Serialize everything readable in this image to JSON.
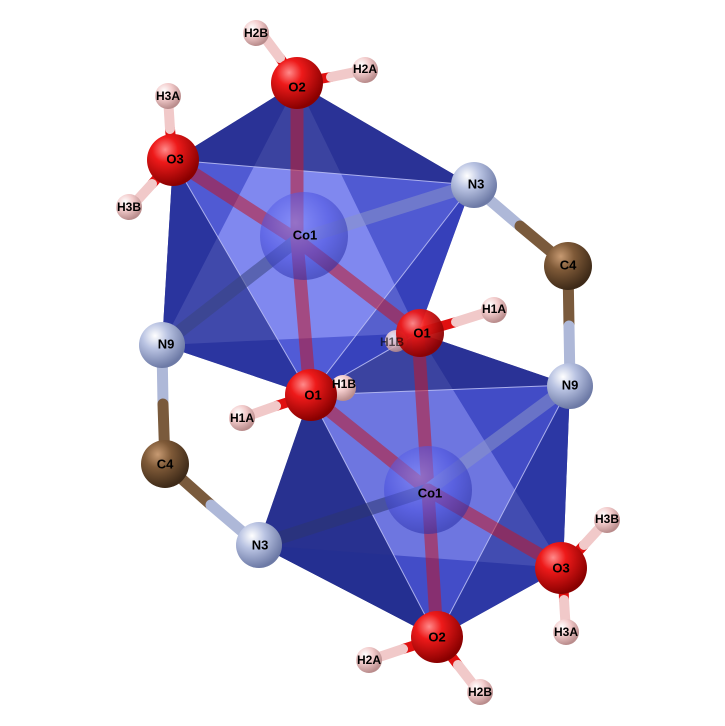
{
  "colors": {
    "background": "#ffffff",
    "cobalt": "#3b3fd6",
    "oxygen": "#e01010",
    "nitrogen": "#aeb8d8",
    "carbon": "#7a5a3c",
    "hydrogen": "#f1c9c9",
    "polyhedron_dark": "#1f2a8a",
    "polyhedron_light": "#5560e0"
  },
  "atoms": {
    "co1_top": "Co1",
    "co1_bottom": "Co1",
    "o1_top": "O1",
    "o1_bottom": "O1",
    "o2_top": "O2",
    "o2_bottom": "O2",
    "o3_top": "O3",
    "o3_bottom": "O3",
    "n3_top": "N3",
    "n3_bottom": "N3",
    "n9_left": "N9",
    "n9_right": "N9",
    "c4_top": "C4",
    "c4_bottom": "C4",
    "h1a_top": "H1A",
    "h1a_bottom": "H1A",
    "h1b_mid": "H1B",
    "h1b_hidden": "H1B",
    "h2a_top": "H2A",
    "h2a_bottom": "H2A",
    "h2b_top": "H2B",
    "h2b_bottom": "H2B",
    "h3a_top": "H3A",
    "h3a_bottom": "H3A",
    "h3b_top": "H3B",
    "h3b_bottom": "H3B"
  }
}
